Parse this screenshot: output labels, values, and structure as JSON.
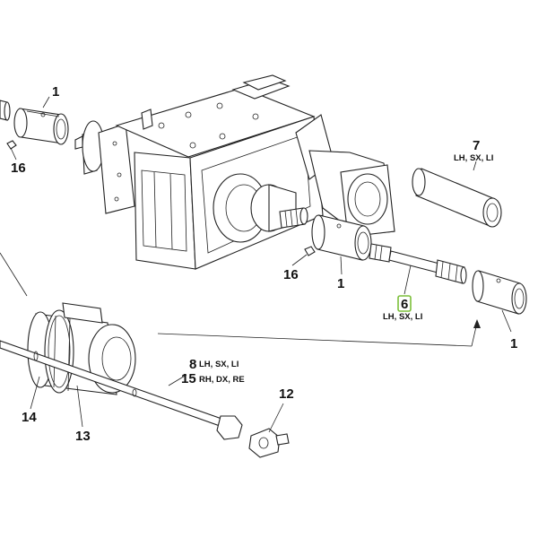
{
  "diagram": {
    "callouts": {
      "c1_top_left": {
        "number": "1"
      },
      "c16_left": {
        "number": "16"
      },
      "c7": {
        "number": "7",
        "variant": "LH, SX, LI"
      },
      "c16_center": {
        "number": "16"
      },
      "c1_center": {
        "number": "1"
      },
      "c6": {
        "number": "6",
        "variant": "LH, SX, LI"
      },
      "c1_right": {
        "number": "1"
      },
      "c8": {
        "number": "8",
        "variant": "LH, SX, LI"
      },
      "c15": {
        "number": "15",
        "variant": "RH, DX, RE"
      },
      "c12": {
        "number": "12"
      },
      "c14": {
        "number": "14"
      },
      "c13": {
        "number": "13"
      }
    },
    "colors": {
      "line": "#222222",
      "highlight": "#7cbf3a",
      "background": "#ffffff"
    }
  }
}
